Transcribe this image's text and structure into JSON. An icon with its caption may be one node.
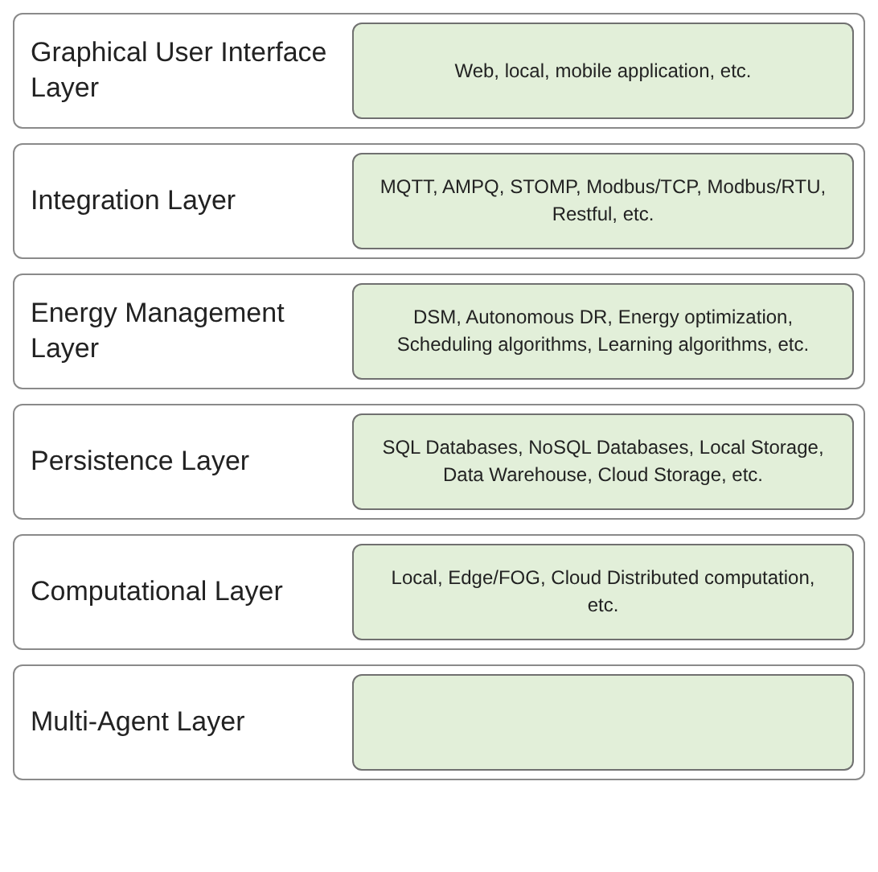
{
  "diagram": {
    "nodes": [
      {
        "text": [
          "Graphical User Interface Layer"
        ]
      },
      {
        "text": [
          "Web, local, mobile application, etc."
        ],
        "in": 0
      },
      {
        "text": [
          "Integration Layer"
        ]
      },
      {
        "text": [
          "MQTT, AMPQ, STOMP, Modbus/TCP, Modbus/RTU, Restful, etc."
        ],
        "in": 2
      },
      {
        "text": [
          "Energy Management Layer"
        ]
      },
      {
        "text": [
          "DSM, Autonomous DR, Energy optimization, Scheduling algorithms, Learning algorithms, etc."
        ],
        "in": 4
      },
      {
        "text": [
          "Persistence Layer"
        ]
      },
      {
        "text": [
          "SQL Databases, NoSQL Databases, Local Storage, Data Warehouse, Cloud Storage, etc."
        ],
        "in": 6
      },
      {
        "text": [
          "Computational Layer"
        ]
      },
      {
        "text": [
          "Local, Edge/FOG, Cloud Distributed computation, etc."
        ],
        "in": 8
      },
      {
        "text": [
          "Multi-Agent Layer"
        ]
      },
      {
        "text": [],
        "shape": "box",
        "in": 10
      }
    ]
  }
}
